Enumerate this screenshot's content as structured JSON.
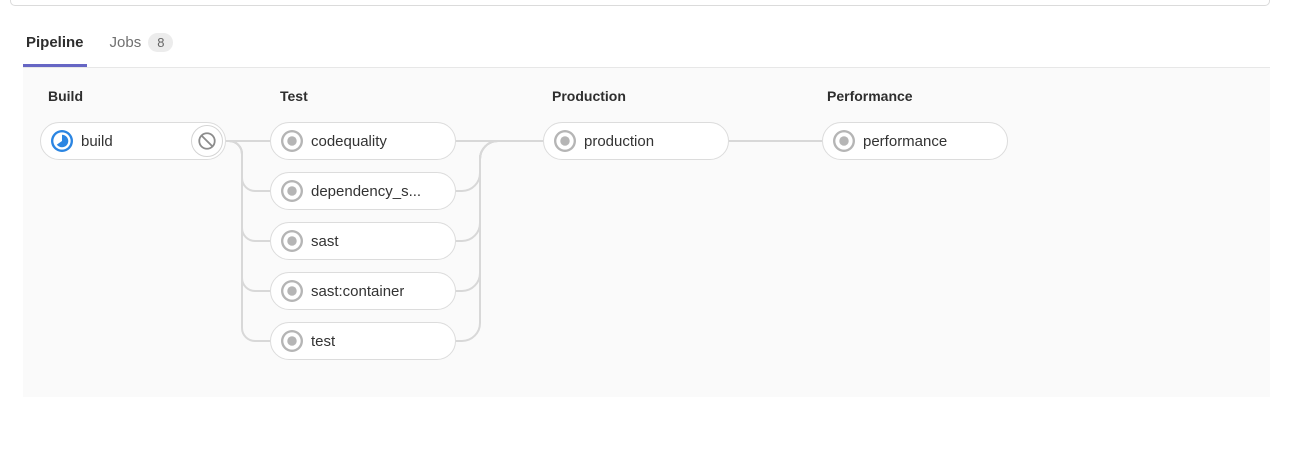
{
  "tabs": [
    {
      "label": "Pipeline",
      "active": true
    },
    {
      "label": "Jobs",
      "badge": "8"
    }
  ],
  "pipeline": {
    "stages": [
      {
        "name": "Build",
        "jobs": [
          {
            "name": "build",
            "status": "running",
            "icon": "running-icon",
            "action": "cancel"
          }
        ]
      },
      {
        "name": "Test",
        "jobs": [
          {
            "name": "codequality",
            "status": "created",
            "icon": "created-icon"
          },
          {
            "name": "dependency_s...",
            "status": "created",
            "icon": "created-icon"
          },
          {
            "name": "sast",
            "status": "created",
            "icon": "created-icon"
          },
          {
            "name": "sast:container",
            "status": "created",
            "icon": "created-icon"
          },
          {
            "name": "test",
            "status": "created",
            "icon": "created-icon"
          }
        ]
      },
      {
        "name": "Production",
        "jobs": [
          {
            "name": "production",
            "status": "created",
            "icon": "created-icon"
          }
        ]
      },
      {
        "name": "Performance",
        "jobs": [
          {
            "name": "performance",
            "status": "created",
            "icon": "created-icon"
          }
        ]
      }
    ]
  },
  "colors": {
    "accent_tab_indicator": "#6666c4",
    "status_running_blue": "#2b85e2",
    "status_created_gray": "#b5b5b5",
    "cancel_icon_gray": "#8c8c8c",
    "connector_line": "#d8d8d8",
    "graph_background": "#fafafa"
  }
}
